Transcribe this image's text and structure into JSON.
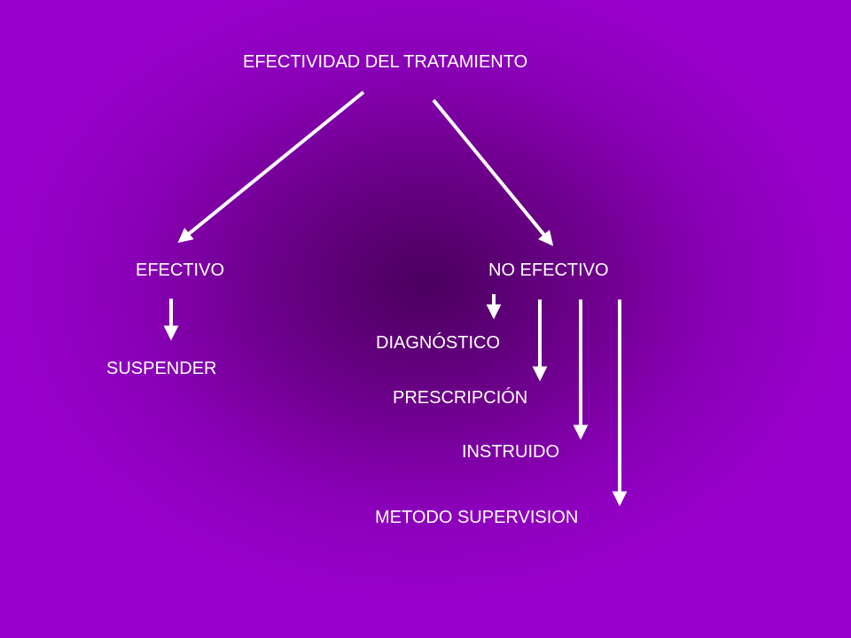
{
  "diagram": {
    "title": "EFECTIVIDAD DEL TRATAMIENTO",
    "branches": {
      "effective": "EFECTIVO",
      "not_effective": "NO EFECTIVO"
    },
    "effective_outcome": "SUSPENDER",
    "not_effective_causes": [
      "DIAGNÓSTICO",
      "PRESCRIPCIÓN",
      "INSTRUIDO",
      "METODO SUPERVISION"
    ]
  },
  "colors": {
    "background": "#9900cc",
    "center_glow": "#4a005e",
    "text": "#ffffff",
    "arrows": "#ffffff"
  }
}
